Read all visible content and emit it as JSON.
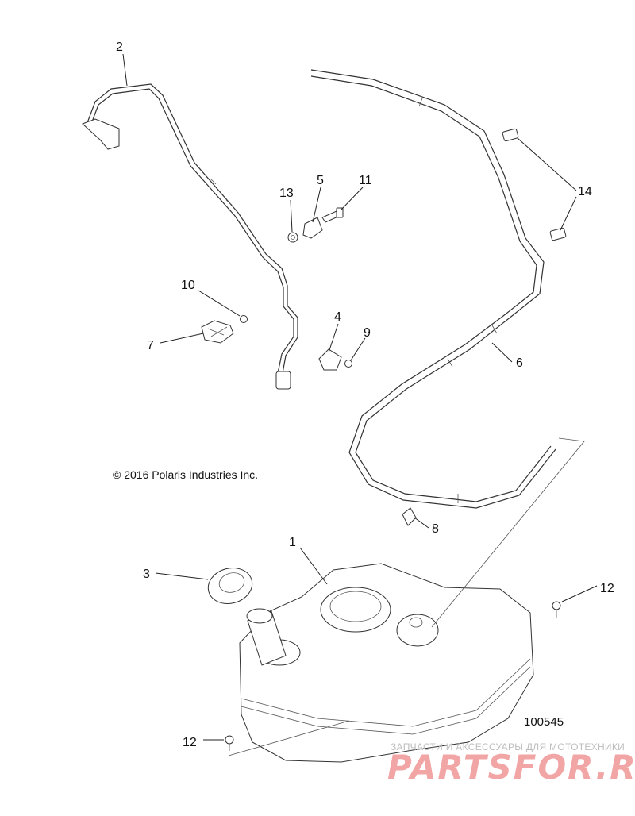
{
  "callouts": {
    "c1": "1",
    "c2": "2",
    "c3": "3",
    "c4": "4",
    "c5": "5",
    "c6": "6",
    "c7": "7",
    "c8": "8",
    "c9": "9",
    "c10": "10",
    "c11": "11",
    "c12a": "12",
    "c12b": "12",
    "c13": "13",
    "c14": "14"
  },
  "copyright": "© 2016 Polaris Industries Inc.",
  "figure_number": "100545",
  "watermark": {
    "caption": "ЗАПЧАСТИ И АКСЕССУАРЫ ДЛЯ МОТОТЕХНИКИ",
    "logo": "PARTSFOR.RU"
  }
}
